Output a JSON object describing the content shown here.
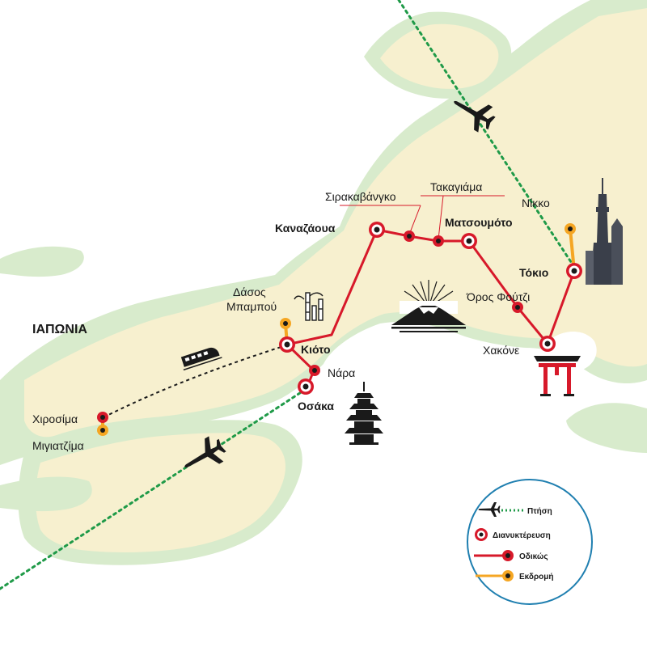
{
  "map": {
    "country_label": "ΙΑΠΩΝΙΑ",
    "colors": {
      "land": "#f7f0cf",
      "land_dark": "#d3e8c8",
      "road": "#d7192a",
      "excursion": "#f5a623",
      "flight": "#1f9a48",
      "train_path": "#1a1a1a",
      "stop_ring": "#d7192a",
      "stop_center": "#1a1a1a"
    },
    "cities": {
      "tokyo": "Τόκιο",
      "nikko": "Νίκκο",
      "hakone": "Χακόνε",
      "fuji": "Όρος Φούτζι",
      "matsumoto": "Ματσουμότο",
      "takayama": "Τακαγιάμα",
      "shirakawago": "Σιρακαβάνγκο",
      "kanazawa": "Καναζάουα",
      "kyoto": "Κιότο",
      "bamboo_line1": "Δάσος",
      "bamboo_line2": "Μπαμπού",
      "nara": "Νάρα",
      "osaka": "Οσάκα",
      "hiroshima": "Χιροσίμα",
      "miyajima": "Μιγιατζίμα"
    },
    "icons": [
      "airplane-icon",
      "train-icon",
      "tokyo-skytree-icon",
      "mount-fuji-icon",
      "torii-gate-icon",
      "pagoda-icon",
      "bamboo-icon"
    ],
    "legend": {
      "flight": "Πτήση",
      "overnight": "Διανυκτέρευση",
      "road": "Οδικώς",
      "excursion": "Εκδρομή"
    }
  }
}
